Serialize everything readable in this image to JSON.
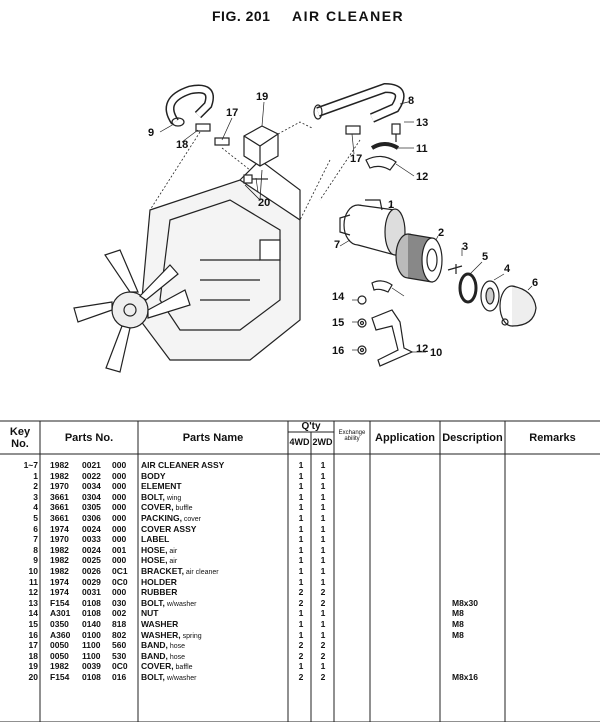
{
  "header": {
    "fig_number": "FIG. 201",
    "fig_title": "AIR CLEANER"
  },
  "diagram": {
    "callouts": [
      "1",
      "2",
      "3",
      "4",
      "5",
      "6",
      "7",
      "8",
      "9",
      "10",
      "11",
      "12",
      "12",
      "13",
      "14",
      "15",
      "16",
      "17",
      "17",
      "18",
      "19",
      "20"
    ]
  },
  "table": {
    "columns": {
      "key_no_1": "Key",
      "key_no_2": "No.",
      "parts_no": "Parts No.",
      "parts_name": "Parts Name",
      "qty": "Q'ty",
      "qty_4wd": "4WD",
      "qty_2wd": "2WD",
      "exchange_1": "Exchange",
      "exchange_2": "ability",
      "application": "Application",
      "description": "Description",
      "remarks": "Remarks"
    },
    "rows": [
      {
        "key": "1~7",
        "p1": "1982",
        "p2": "0021",
        "p3": "000",
        "name": "AIR CLEANER ASSY",
        "name_suffix": "",
        "q4": "1",
        "q2": "1",
        "desc": ""
      },
      {
        "key": "1",
        "p1": "1982",
        "p2": "0022",
        "p3": "000",
        "name": "BODY",
        "name_suffix": "",
        "q4": "1",
        "q2": "1",
        "desc": ""
      },
      {
        "key": "2",
        "p1": "1970",
        "p2": "0034",
        "p3": "000",
        "name": "ELEMENT",
        "name_suffix": "",
        "q4": "1",
        "q2": "1",
        "desc": ""
      },
      {
        "key": "3",
        "p1": "3661",
        "p2": "0304",
        "p3": "000",
        "name": "BOLT,",
        "name_suffix": "wing",
        "q4": "1",
        "q2": "1",
        "desc": ""
      },
      {
        "key": "4",
        "p1": "3661",
        "p2": "0305",
        "p3": "000",
        "name": "COVER,",
        "name_suffix": "buffle",
        "q4": "1",
        "q2": "1",
        "desc": ""
      },
      {
        "key": "5",
        "p1": "3661",
        "p2": "0306",
        "p3": "000",
        "name": "PACKING,",
        "name_suffix": "cover",
        "q4": "1",
        "q2": "1",
        "desc": ""
      },
      {
        "key": "6",
        "p1": "1974",
        "p2": "0024",
        "p3": "000",
        "name": "COVER ASSY",
        "name_suffix": "",
        "q4": "1",
        "q2": "1",
        "desc": ""
      },
      {
        "key": "7",
        "p1": "1970",
        "p2": "0033",
        "p3": "000",
        "name": "LABEL",
        "name_suffix": "",
        "q4": "1",
        "q2": "1",
        "desc": ""
      },
      {
        "key": "8",
        "p1": "1982",
        "p2": "0024",
        "p3": "001",
        "name": "HOSE,",
        "name_suffix": "air",
        "q4": "1",
        "q2": "1",
        "desc": ""
      },
      {
        "key": "9",
        "p1": "1982",
        "p2": "0025",
        "p3": "000",
        "name": "HOSE,",
        "name_suffix": "air",
        "q4": "1",
        "q2": "1",
        "desc": ""
      },
      {
        "key": "10",
        "p1": "1982",
        "p2": "0026",
        "p3": "0C1",
        "name": "BRACKET,",
        "name_suffix": "air cleaner",
        "q4": "1",
        "q2": "1",
        "desc": ""
      },
      {
        "key": "11",
        "p1": "1974",
        "p2": "0029",
        "p3": "0C0",
        "name": "HOLDER",
        "name_suffix": "",
        "q4": "1",
        "q2": "1",
        "desc": ""
      },
      {
        "key": "12",
        "p1": "1974",
        "p2": "0031",
        "p3": "000",
        "name": "RUBBER",
        "name_suffix": "",
        "q4": "2",
        "q2": "2",
        "desc": ""
      },
      {
        "key": "13",
        "p1": "F154",
        "p2": "0108",
        "p3": "030",
        "name": "BOLT,",
        "name_suffix": "w/washer",
        "q4": "2",
        "q2": "2",
        "desc": "M8x30"
      },
      {
        "key": "14",
        "p1": "A301",
        "p2": "0108",
        "p3": "002",
        "name": "NUT",
        "name_suffix": "",
        "q4": "1",
        "q2": "1",
        "desc": "M8"
      },
      {
        "key": "15",
        "p1": "0350",
        "p2": "0140",
        "p3": "818",
        "name": "WASHER",
        "name_suffix": "",
        "q4": "1",
        "q2": "1",
        "desc": "M8"
      },
      {
        "key": "16",
        "p1": "A360",
        "p2": "0100",
        "p3": "802",
        "name": "WASHER,",
        "name_suffix": "spring",
        "q4": "1",
        "q2": "1",
        "desc": "M8"
      },
      {
        "key": "17",
        "p1": "0050",
        "p2": "1100",
        "p3": "560",
        "name": "BAND,",
        "name_suffix": "hose",
        "q4": "2",
        "q2": "2",
        "desc": ""
      },
      {
        "key": "18",
        "p1": "0050",
        "p2": "1100",
        "p3": "530",
        "name": "BAND,",
        "name_suffix": "hose",
        "q4": "2",
        "q2": "2",
        "desc": ""
      },
      {
        "key": "19",
        "p1": "1982",
        "p2": "0039",
        "p3": "0C0",
        "name": "COVER,",
        "name_suffix": "baffle",
        "q4": "1",
        "q2": "1",
        "desc": ""
      },
      {
        "key": "20",
        "p1": "F154",
        "p2": "0108",
        "p3": "016",
        "name": "BOLT,",
        "name_suffix": "w/washer",
        "q4": "2",
        "q2": "2",
        "desc": "M8x16"
      }
    ]
  }
}
